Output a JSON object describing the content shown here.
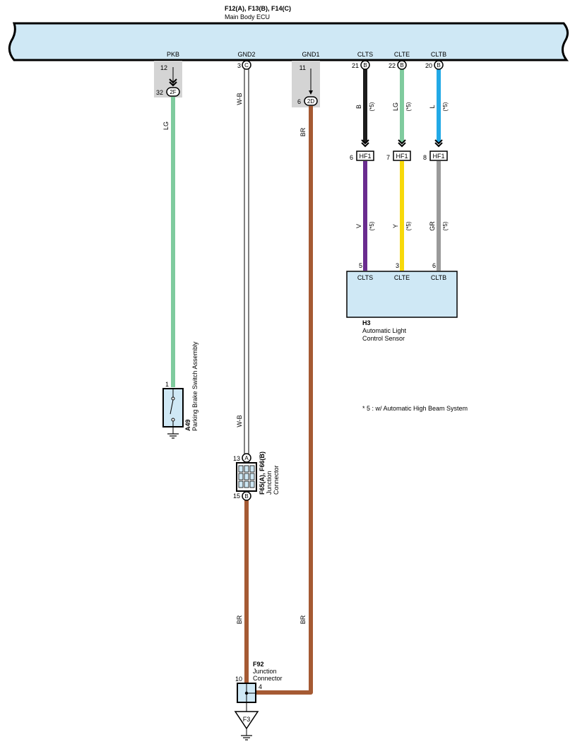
{
  "ecu": {
    "connectors": "F12(A), F13(B), F14(C)",
    "name": "Main Body ECU",
    "pins": [
      {
        "name": "PKB",
        "num": "12",
        "letter": ""
      },
      {
        "name": "GND2",
        "num": "3",
        "letter": "C"
      },
      {
        "name": "GND1",
        "num": "11",
        "letter": ""
      },
      {
        "name": "CLTS",
        "num": "21",
        "letter": "B"
      },
      {
        "name": "CLTE",
        "num": "22",
        "letter": "B"
      },
      {
        "name": "CLTB",
        "num": "20",
        "letter": "B"
      }
    ]
  },
  "inline": {
    "pkb": {
      "num": "32",
      "label": "2F"
    },
    "gnd1": {
      "num": "6",
      "label": "2D"
    },
    "hf1": [
      {
        "num": "6",
        "label": "HF1"
      },
      {
        "num": "7",
        "label": "HF1"
      },
      {
        "num": "8",
        "label": "HF1"
      }
    ]
  },
  "wires": {
    "pkb": "LG",
    "gnd2_upper": "W-B",
    "gnd2_lower": "W-B",
    "gnd1_upper": "BR",
    "gnd1_lower": "BR",
    "f65_to_f92": "BR",
    "clts_upper": "B",
    "clte_upper": "LG",
    "cltb_upper": "L",
    "clts_lower": "V",
    "clte_lower": "Y",
    "cltb_lower": "GR",
    "note_ref": "(*5)"
  },
  "colors": {
    "ecu_fill": "#cfe8f5",
    "lg": "#7fcb9e",
    "br": "#a55a33",
    "b": "#1c1c1c",
    "l": "#22a9e6",
    "v": "#6a2c8f",
    "y": "#f7d90a",
    "gr": "#9a9a9a",
    "shade": "#d4d4d4"
  },
  "sensor": {
    "code": "H3",
    "name1": "Automatic Light",
    "name2": "Control Sensor",
    "pins": [
      {
        "name": "CLTS",
        "num": "5"
      },
      {
        "name": "CLTE",
        "num": "3"
      },
      {
        "name": "CLTB",
        "num": "6"
      }
    ]
  },
  "switch": {
    "code": "A49",
    "name": "Parking Brake Switch Assembly",
    "pin": "1"
  },
  "junction1": {
    "code": "F65(A), F66(B)",
    "name1": "Junction",
    "name2": "Connector",
    "pin_a_num": "13",
    "pin_a_letter": "A",
    "pin_b_num": "15",
    "pin_b_letter": "B"
  },
  "junction2": {
    "code": "F92",
    "name1": "Junction",
    "name2": "Connector",
    "pin_left": "10",
    "pin_right": "4"
  },
  "ground_point": "F3",
  "note": "* 5 : w/ Automatic High Beam System"
}
